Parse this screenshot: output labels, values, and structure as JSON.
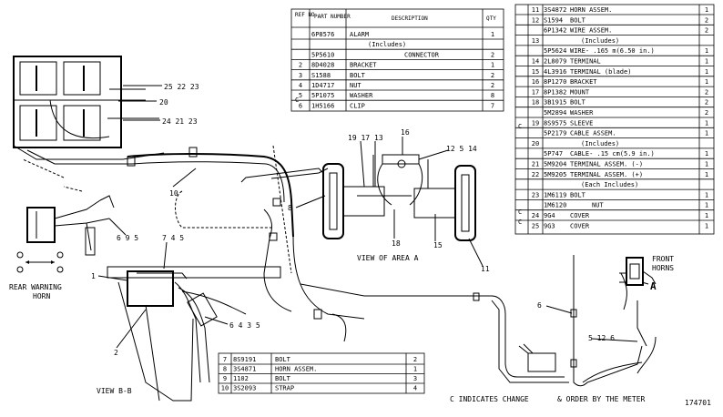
{
  "table_top": {
    "headers": [
      "REF NO",
      "PART NUMBER",
      "DESCRIPTION",
      "QTY"
    ],
    "rows": [
      {
        "ref": "",
        "part": "6P8576",
        "desc": "ALARM",
        "qty": "1"
      },
      {
        "ref": "",
        "part": "",
        "desc": "(Includes)",
        "qty": ""
      },
      {
        "ref": "",
        "part": "5P5610",
        "desc": "CONNECTOR",
        "qty": "2"
      },
      {
        "ref": "2",
        "part": "8D4028",
        "desc": "BRACKET",
        "qty": "1"
      },
      {
        "ref": "3",
        "part": "S1588",
        "desc": "BOLT",
        "qty": "2"
      },
      {
        "ref": "4",
        "part": "1D4717",
        "desc": "NUT",
        "qty": "2"
      },
      {
        "ref": "5",
        "part": "5P1075",
        "desc": "WASHER",
        "qty": "8"
      },
      {
        "ref": "6",
        "part": "1H5166",
        "desc": "CLIP",
        "qty": "7"
      }
    ],
    "c_marks": [
      "C"
    ]
  },
  "table_right": {
    "rows": [
      {
        "ref": "11",
        "part": "3S4872",
        "desc": "HORN ASSEM.",
        "qty": "1"
      },
      {
        "ref": "12",
        "part": "S1594",
        "desc": "BOLT",
        "qty": "2"
      },
      {
        "ref": "",
        "part": "6P1342",
        "desc": "WIRE ASSEM.",
        "qty": "2"
      },
      {
        "ref": "13",
        "part": "",
        "desc": "(Includes)",
        "qty": ""
      },
      {
        "ref": "",
        "part": "5P5624",
        "desc": "WIRE- .165 m(6.50 in.)",
        "qty": "1"
      },
      {
        "ref": "14",
        "part": "2L8079",
        "desc": "TERMINAL",
        "qty": "1"
      },
      {
        "ref": "15",
        "part": "4L3916",
        "desc": "TERMINAL (blade)",
        "qty": "1"
      },
      {
        "ref": "16",
        "part": "8P1270",
        "desc": "BRACKET",
        "qty": "1"
      },
      {
        "ref": "17",
        "part": "8P1382",
        "desc": "MOUNT",
        "qty": "2"
      },
      {
        "ref": "18",
        "part": "3B1915",
        "desc": "BOLT",
        "qty": "2"
      },
      {
        "ref": "",
        "part": "5M2894",
        "desc": "WASHER",
        "qty": "2"
      },
      {
        "ref": "19",
        "part": "8S9575",
        "desc": "SLEEVE",
        "qty": "1"
      },
      {
        "ref": "",
        "part": "5P2179",
        "desc": "CABLE ASSEM.",
        "qty": "1"
      },
      {
        "ref": "20",
        "part": "",
        "desc": "(Includes)",
        "qty": ""
      },
      {
        "ref": "",
        "part": "5P747",
        "desc": "CABLE- .15 cm(5.9 in.)",
        "qty": "1"
      },
      {
        "ref": "21",
        "part": "5M9204",
        "desc": "TERMINAL ASSEM. (-)",
        "qty": "1"
      },
      {
        "ref": "22",
        "part": "5M9205",
        "desc": "TERMINAL ASSEM. (+)",
        "qty": "1"
      },
      {
        "ref": "",
        "part": "",
        "desc": "(Each Includes)",
        "qty": ""
      },
      {
        "ref": "23",
        "part": "1M6119",
        "desc": "BOLT",
        "qty": "1"
      },
      {
        "ref": "",
        "part": "1M6120",
        "desc": "NUT",
        "qty": "1"
      },
      {
        "ref": "24",
        "part": "9G4",
        "desc": "COVER",
        "qty": "1"
      },
      {
        "ref": "25",
        "part": "9G3",
        "desc": "COVER",
        "qty": "1"
      }
    ],
    "c_refs": [
      "C",
      "C",
      "C"
    ]
  },
  "table_bottom": {
    "rows": [
      {
        "ref": "7",
        "part": "8S9191",
        "desc": "BOLT",
        "qty": "2"
      },
      {
        "ref": "8",
        "part": "3S4871",
        "desc": "HORN ASSEM.",
        "qty": "1"
      },
      {
        "ref": "9",
        "part": "1102",
        "desc": "BOLT",
        "qty": "3"
      },
      {
        "ref": "10",
        "part": "3S2093",
        "desc": "STRAP",
        "qty": "4"
      }
    ]
  },
  "callouts": {
    "c25": "25 22 23",
    "c20": "20",
    "c24": "24 21 23",
    "c10": "10",
    "c19": "19 17",
    "c13": "13",
    "c16": "16",
    "c12": "12 5 14",
    "c8": "8",
    "c18": "18",
    "c15": "15",
    "c11": "11",
    "c6a": "6 9 5",
    "c74": "7 4 5",
    "c1": "1",
    "c2": "2",
    "c643": "6 4 3 5",
    "c6": "6",
    "c5126": "5 12 6",
    "cA": "A"
  },
  "labels": {
    "view_area": "VIEW OF AREA A",
    "rear_horn": "REAR WARNING\nHORN",
    "front_horns": "FRONT\nHORNS",
    "view_bb": "VIEW B-B",
    "footer_c": "C INDICATES CHANGE",
    "footer_order": "& ORDER BY THE METER",
    "drawing_no": "174701"
  }
}
